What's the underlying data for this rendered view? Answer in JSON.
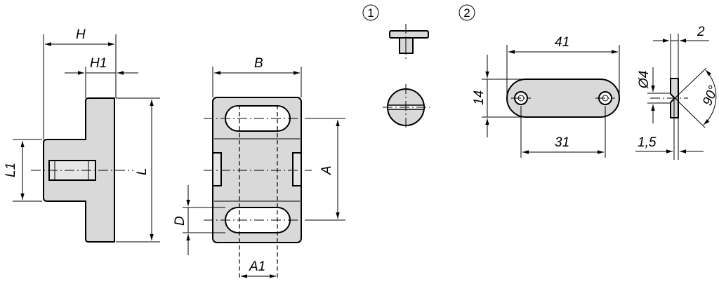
{
  "labels": {
    "H": "H",
    "H1": "H1",
    "L1": "L1",
    "L": "L",
    "B": "B",
    "A": "A",
    "D": "D",
    "A1": "A1",
    "callout1": "1",
    "callout2": "2",
    "dim41": "41",
    "dim2": "2",
    "dim14": "14",
    "dimO4": "Ø4",
    "dim90": "90°",
    "dim31": "31",
    "dim15": "1,5"
  }
}
